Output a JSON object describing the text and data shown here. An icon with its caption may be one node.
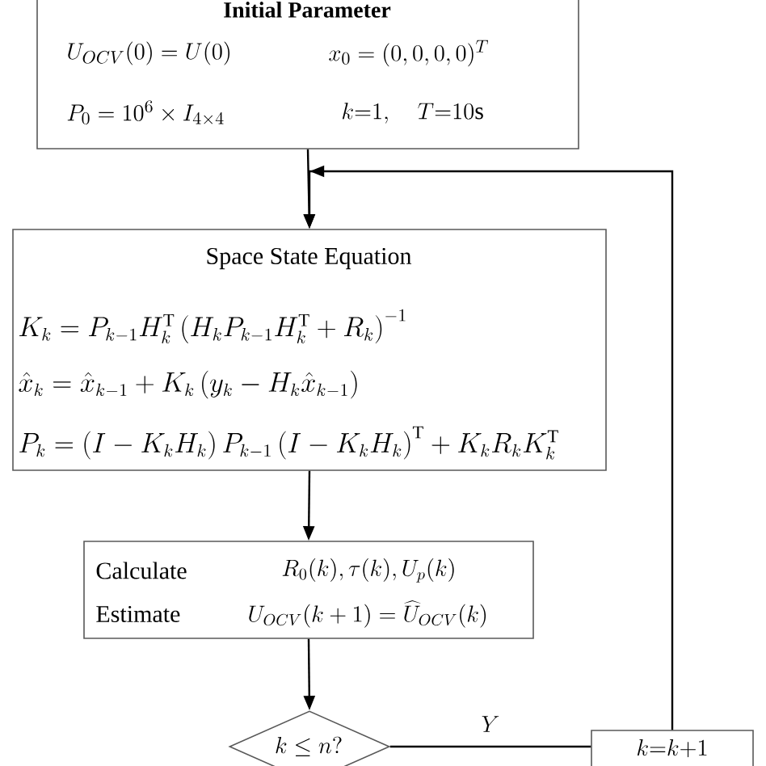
{
  "diagram": {
    "nodes": [
      {
        "text": [
          "Initial Parameter",
          "U_{OCV}(0)=U(0)",
          "x_0=(0,0,0,0)^T",
          "P_0=10^6\\times I_{4\\times 4}",
          "k{=}1,\\quad T{=}10\\mathrm{s}"
        ]
      },
      {
        "text": [
          "Space State Equation",
          "K_k=P_{k-1}H_k^{\\mathrm{T}}\\left(H_kP_{k-1}H_k^{\\mathrm{T}}+R_k\\right)^{-1}",
          "\\hat{x}_k=\\hat{x}_{k-1}+K_k\\left(y_k-H_k\\hat{x}_{k-1}\\right)",
          "P_k=\\left(I-K_kH_k\\right)P_{k-1}\\left(I-K_kH_k\\right)^{\\mathrm{T}}+K_kR_kK_k^{\\mathrm{T}}"
        ]
      },
      {
        "text": [
          "Calculate",
          "R_0(k),\\tau(k),U_p(k)",
          "Estimate",
          "U_{OCV}(k+1)=\\widehat{U}_{OCV}(k)"
        ]
      },
      {
        "text": [
          "k\\leq n?"
        ]
      },
      {
        "text": [
          "k{=}k{+}1"
        ]
      }
    ],
    "edges": [
      {
        "from": 0,
        "to": 1,
        "arrow": "to"
      },
      {
        "from": 1,
        "to": 2,
        "arrow": "to"
      },
      {
        "from": 2,
        "to": 3,
        "arrow": "to"
      },
      {
        "from": 3,
        "to": 4,
        "arrow": "none",
        "label": "Y"
      },
      {
        "from": 4,
        "to": 1,
        "arrow": "to"
      }
    ]
  }
}
